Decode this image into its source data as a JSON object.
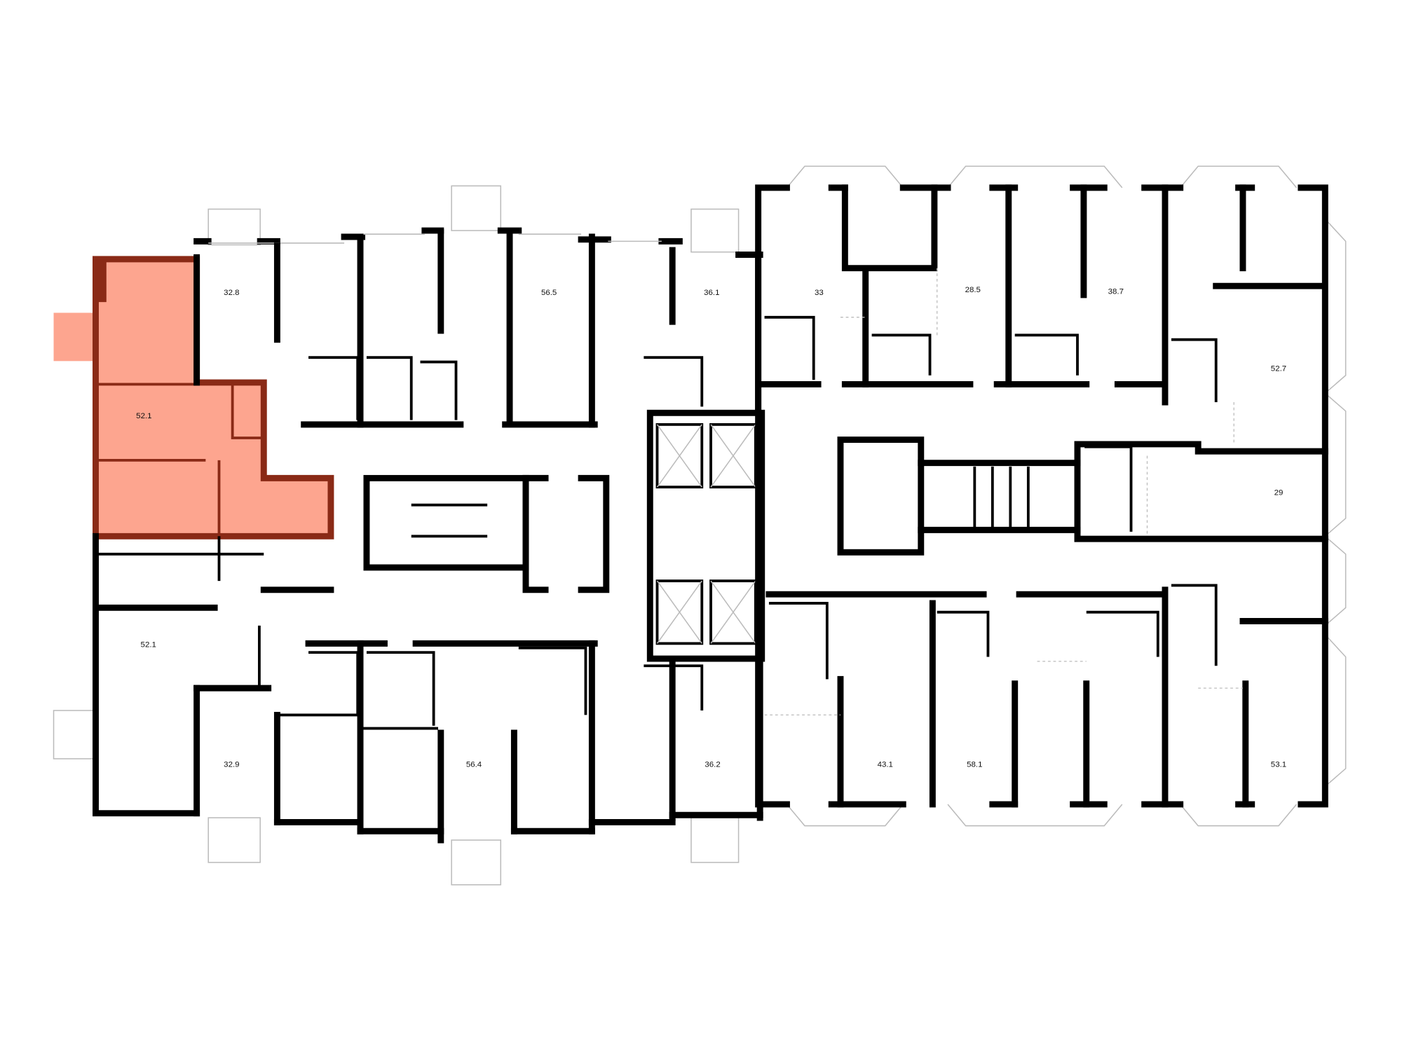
{
  "plan": {
    "highlight_fill": "#fda58f",
    "highlight_stroke": "#8a2a16",
    "wall_color": "#000000",
    "highlighted_apartment": "52.1"
  },
  "apartments": [
    {
      "area": "52.1",
      "selected": true
    },
    {
      "area": "32.8"
    },
    {
      "area": "56.5"
    },
    {
      "area": "36.1"
    },
    {
      "area": "33"
    },
    {
      "area": "28.5"
    },
    {
      "area": "38.7"
    },
    {
      "area": "52.7"
    },
    {
      "area": "29"
    },
    {
      "area": "52.1"
    },
    {
      "area": "32.9"
    },
    {
      "area": "56.4"
    },
    {
      "area": "36.2"
    },
    {
      "area": "43.1"
    },
    {
      "area": "58.1"
    },
    {
      "area": "53.1"
    }
  ]
}
